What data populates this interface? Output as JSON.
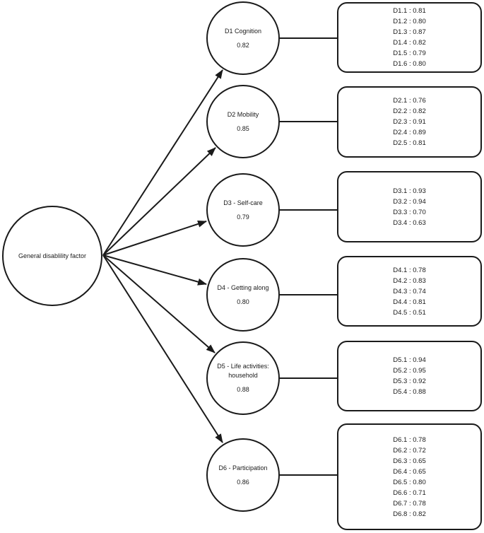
{
  "diagram": {
    "line_color": "#1a1a1a",
    "general_factor": {
      "label": "General disablility factor"
    },
    "domains": [
      {
        "id": "D1",
        "label": "D1 Cognition",
        "loading": "0.82",
        "items": [
          "D1.1 : 0.81",
          "D1.2 : 0.80",
          "D1.3 : 0.87",
          "D1.4 : 0.82",
          "D1.5 : 0.79",
          "D1.6 : 0.80"
        ]
      },
      {
        "id": "D2",
        "label": "D2 Mobility",
        "loading": "0.85",
        "items": [
          "D2.1 : 0.76",
          "D2.2 : 0.82",
          "D2.3 : 0.91",
          "D2.4 : 0.89",
          "D2.5 : 0.81"
        ]
      },
      {
        "id": "D3",
        "label": "D3 - Self-care",
        "loading": "0.79",
        "items": [
          "D3.1 : 0.93",
          "D3.2 : 0.94",
          "D3.3 : 0.70",
          "D3.4 : 0.63"
        ]
      },
      {
        "id": "D4",
        "label": "D4 - Getting along",
        "loading": "0.80",
        "items": [
          "D4.1 : 0.78",
          "D4.2 : 0.83",
          "D4.3 : 0.74",
          "D4.4 : 0.81",
          "D4.5 : 0.51"
        ]
      },
      {
        "id": "D5",
        "label": "D5 - Life activities:\nhousehold",
        "loading": "0.88",
        "items": [
          "D5.1 : 0.94",
          "D5.2 : 0.95",
          "D5.3 : 0.92",
          "D5.4 : 0.88"
        ]
      },
      {
        "id": "D6",
        "label": "D6 - Participation",
        "loading": "0.86",
        "items": [
          "D6.1 : 0.78",
          "D6.2 : 0.72",
          "D6.3 : 0.65",
          "D6.4 : 0.65",
          "D6.5 : 0.80",
          "D6.6 : 0.71",
          "D6.7 : 0.78",
          "D6.8 : 0.82"
        ]
      }
    ]
  }
}
